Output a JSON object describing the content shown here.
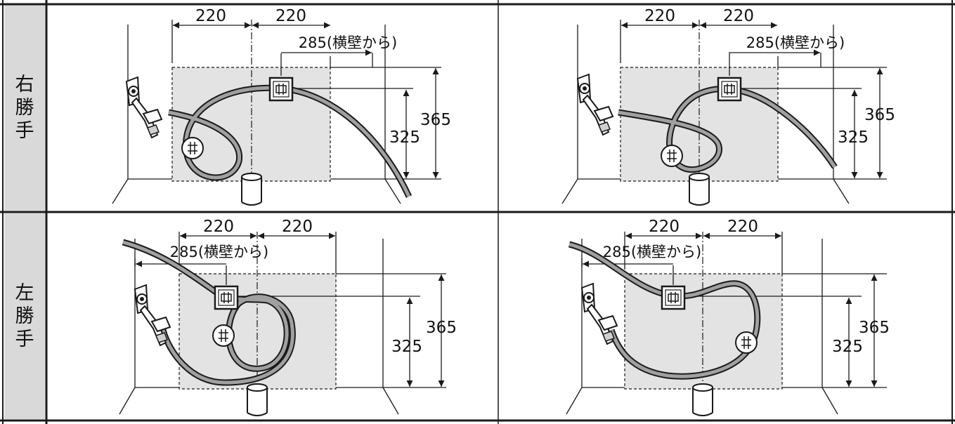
{
  "rows": [
    {
      "label": "右勝手",
      "chars": [
        "右",
        "勝",
        "手"
      ]
    },
    {
      "label": "左勝手",
      "chars": [
        "左",
        "勝",
        "手"
      ]
    }
  ],
  "panels": [
    {
      "dim_left": "220",
      "dim_right": "220",
      "dim_side": "285(横壁から)",
      "dim_height_inner": "325",
      "dim_height_outer": "365"
    },
    {
      "dim_left": "220",
      "dim_right": "220",
      "dim_side": "285(横壁から)",
      "dim_height_inner": "325",
      "dim_height_outer": "365"
    },
    {
      "dim_left": "220",
      "dim_right": "220",
      "dim_side": "285(横壁から)",
      "dim_height_inner": "325",
      "dim_height_outer": "365"
    },
    {
      "dim_left": "220",
      "dim_right": "220",
      "dim_side": "285(横壁から)",
      "dim_height_inner": "325",
      "dim_height_outer": "365"
    }
  ],
  "colors": {
    "line": "#1a1a1a",
    "label_bg": "#d9d9d9",
    "area_fill": "#e3e3e3",
    "hose_fill": "#9a9a9a"
  }
}
